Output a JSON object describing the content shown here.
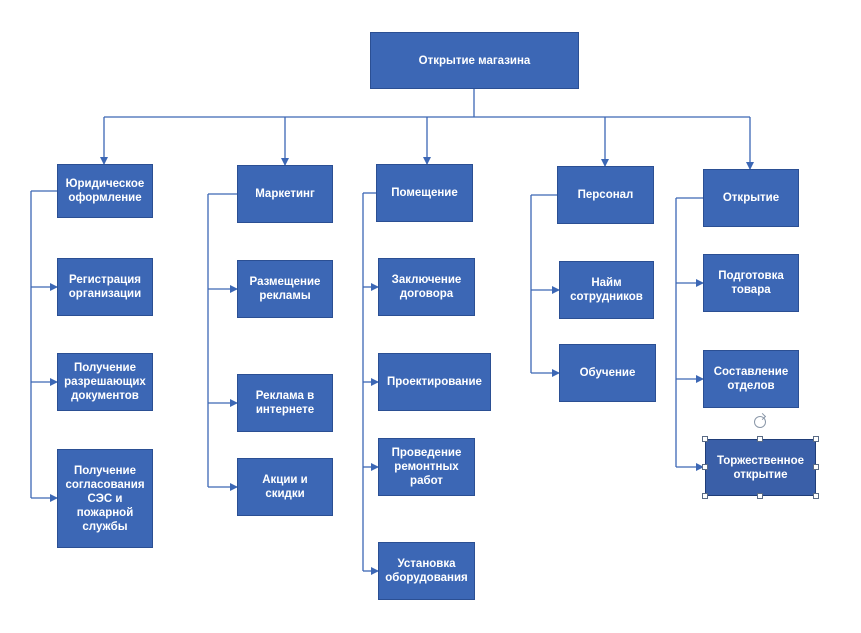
{
  "diagram": {
    "root": "Открытие магазина",
    "columns": [
      {
        "title": "Юридическое оформление",
        "items": [
          "Регистрация организации",
          "Получение разрешающих документов",
          "Получение согласования СЭС и пожарной службы"
        ]
      },
      {
        "title": "Маркетинг",
        "items": [
          "Размещение рекламы",
          "Реклама в интернете",
          "Акции и скидки"
        ]
      },
      {
        "title": "Помещение",
        "items": [
          "Заключение договора",
          "Проектирование",
          "Проведение ремонтных работ",
          "Установка оборудования"
        ]
      },
      {
        "title": "Персонал",
        "items": [
          "Найм сотрудников",
          "Обучение"
        ]
      },
      {
        "title": "Открытие",
        "items": [
          "Подготовка товара",
          "Составление отделов",
          "Торжественное открытие"
        ]
      }
    ]
  },
  "colors": {
    "box_fill": "#3c67b5",
    "box_border": "#2b4f93",
    "connector": "#3c67b5",
    "text": "#ffffff"
  },
  "selection": {
    "selected_item": "Торжественное открытие"
  }
}
